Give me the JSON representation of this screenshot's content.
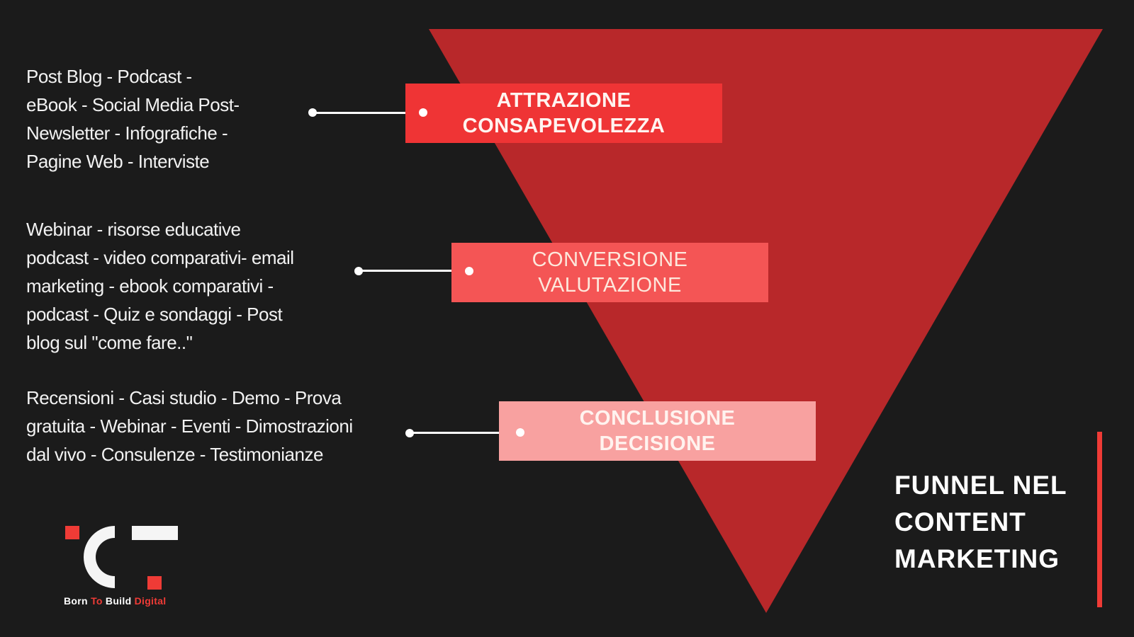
{
  "title": {
    "lines": [
      "FUNNEL NEL",
      "CONTENT",
      "MARKETING"
    ]
  },
  "colors": {
    "background": "#1b1b1b",
    "funnel": "#b8282a",
    "stage_1": "#ef3435",
    "stage_2": "#f45555",
    "stage_3": "#f8a1a0",
    "accent": "#ef3b36"
  },
  "stages": [
    {
      "lines": [
        "ATTRAZIONE",
        "CONSAPEVOLEZZA"
      ],
      "description": "Post Blog - Podcast -\neBook - Social Media Post-\nNewsletter - Infografiche -\nPagine Web  - Interviste"
    },
    {
      "lines": [
        "CONVERSIONE",
        "VALUTAZIONE"
      ],
      "description": "Webinar - risorse educative\npodcast - video comparativi- email\nmarketing - ebook comparativi -\npodcast - Quiz e sondaggi - Post\nblog sul \"come fare..\""
    },
    {
      "lines": [
        "CONCLUSIONE",
        "DECISIONE"
      ],
      "description": "Recensioni - Casi studio - Demo - Prova\ngratuita - Webinar - Eventi  - Dimostrazioni\ndal vivo - Consulenze - Testimonianze"
    }
  ],
  "logo": {
    "icon": "ctb-logo-icon",
    "text_parts": [
      "Born ",
      "To",
      " Build ",
      "Digital"
    ]
  }
}
